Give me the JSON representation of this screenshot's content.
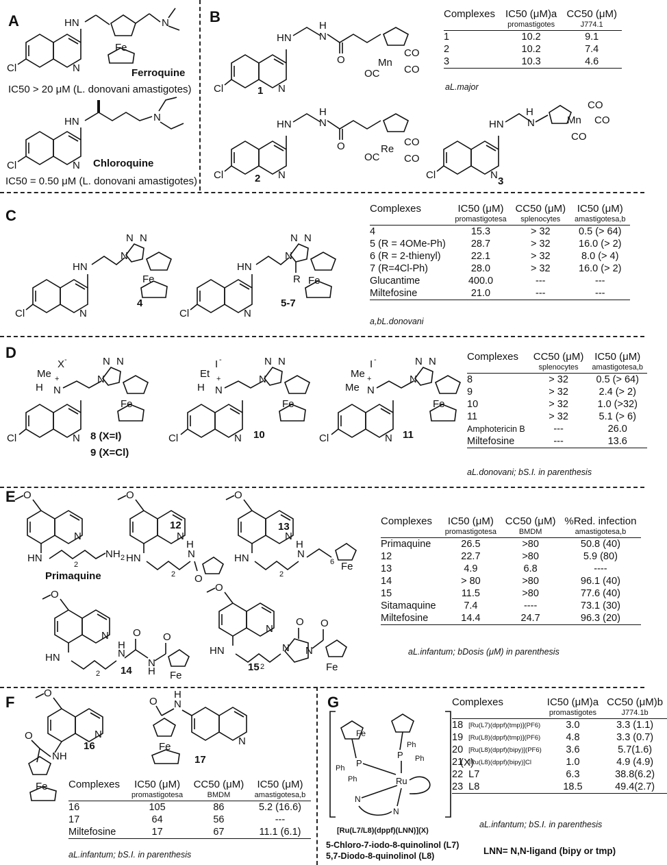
{
  "panels": {
    "A": {
      "label": "A",
      "ferroquine_name": "Ferroquine",
      "ferroquine_ic50": "IC50 > 20 μM (L. donovani amastigotes)",
      "chloroquine_name": "Chloroquine",
      "chloroquine_ic50": "IC50 = 0.50 μM (L. donovani amastigotes)"
    },
    "B": {
      "label": "B",
      "compound_labels": [
        "1",
        "2",
        "3"
      ],
      "table": {
        "headers": [
          "Complexes",
          "IC50 (μM)a",
          "CC50 (μM)"
        ],
        "sub": [
          "",
          "promastigotes",
          "J774.1"
        ],
        "rows": [
          [
            "1",
            "10.2",
            "9.1"
          ],
          [
            "2",
            "10.2",
            "7.4"
          ],
          [
            "3",
            "10.3",
            "4.6"
          ]
        ],
        "footnote": "aL.major"
      }
    },
    "C": {
      "label": "C",
      "compound_labels": [
        "4",
        "5-7"
      ],
      "table": {
        "headers": [
          "Complexes",
          "IC50 (μM)",
          "CC50 (μM)",
          "IC50 (μM)"
        ],
        "sub": [
          "",
          "promastigotesa",
          "splenocytes",
          "amastigotesa,b"
        ],
        "rows": [
          [
            "4",
            "15.3",
            "> 32",
            "0.5 (> 64)"
          ],
          [
            "5 (R = 4OMe-Ph)",
            "28.7",
            "> 32",
            "16.0 (> 2)"
          ],
          [
            "6 (R = 2-thienyl)",
            "22.1",
            "> 32",
            "8.0 (> 4)"
          ],
          [
            "7 (R=4Cl-Ph)",
            "28.0",
            "> 32",
            "16.0 (> 2)"
          ],
          [
            "Glucantime",
            "400.0",
            "---",
            "---"
          ],
          [
            "Miltefosine",
            "21.0",
            "---",
            "---"
          ]
        ],
        "footnote": "a,bL.donovani"
      }
    },
    "D": {
      "label": "D",
      "compound_labels": [
        "8 (X=I)",
        "9 (X=Cl)",
        "10",
        "11"
      ],
      "table": {
        "headers": [
          "Complexes",
          "CC50 (μM)",
          "IC50 (μM)"
        ],
        "sub": [
          "",
          "splenocytes",
          "amastigotesa,b"
        ],
        "rows": [
          [
            "8",
            "> 32",
            "0.5 (> 64)"
          ],
          [
            "9",
            "> 32",
            "2.4 (> 2)"
          ],
          [
            "10",
            "> 32",
            "1.0 (>32)"
          ],
          [
            "11",
            "> 32",
            "5.1 (> 6)"
          ],
          [
            "Amphotericin B",
            "---",
            "26.0"
          ],
          [
            "Miltefosine",
            "---",
            "13.6"
          ]
        ],
        "footnote": "aL.donovani; bS.I. in parenthesis"
      }
    },
    "E": {
      "label": "E",
      "compound_labels": [
        "Primaquine",
        "12",
        "13",
        "14",
        "15"
      ],
      "table": {
        "headers": [
          "Complexes",
          "IC50 (μM)",
          "CC50 (μM)",
          "%Red. infection"
        ],
        "sub": [
          "",
          "promastigotesa",
          "BMDM",
          "amastigotesa,b"
        ],
        "rows": [
          [
            "Primaquine",
            "26.5",
            ">80",
            "50.8 (40)"
          ],
          [
            "12",
            "22.7",
            ">80",
            "5.9 (80)"
          ],
          [
            "13",
            "4.9",
            "6.8",
            "----"
          ],
          [
            "14",
            "> 80",
            ">80",
            "96.1 (40)"
          ],
          [
            "15",
            "11.5",
            ">80",
            "77.6 (40)"
          ],
          [
            "Sitamaquine",
            "7.4",
            "----",
            "73.1 (30)"
          ],
          [
            "Miltefosine",
            "14.4",
            "24.7",
            "96.3 (20)"
          ]
        ],
        "footnote": "aL.infantum; bDosis (μM) in parenthesis"
      }
    },
    "F": {
      "label": "F",
      "compound_labels": [
        "16",
        "17"
      ],
      "table": {
        "headers": [
          "Complexes",
          "IC50 (μM)",
          "CC50 (μM)",
          "IC50 (μM)"
        ],
        "sub": [
          "",
          "promastigotesa",
          "BMDM",
          "amastigotesa,b"
        ],
        "rows": [
          [
            "16",
            "105",
            "86",
            "5.2 (16.6)"
          ],
          [
            "17",
            "64",
            "56",
            "---"
          ],
          [
            "Miltefosine",
            "17",
            "67",
            "11.1 (6.1)"
          ]
        ],
        "footnote": "aL.infantum; bS.I. in parenthesis"
      }
    },
    "G": {
      "label": "G",
      "general_formula": "[Ru(L7/L8)(dppf)(LNN)](X)",
      "counter_ion": "(X)",
      "ligand_L7": "5-Chloro-7-iodo-8-quinolinol (L7)",
      "ligand_L8": "5,7-Diodo-8-quinolinol (L8)",
      "lnn_def": "LNN= N,N-ligand (bipy or tmp)",
      "table": {
        "headers": [
          "Complexes",
          "IC50 (μM)a",
          "CC50 (μM)b"
        ],
        "sub": [
          "",
          "promastigotes",
          "J774.1b"
        ],
        "rows": [
          [
            "18",
            "[Ru(L7)(dppf)(tmp)](PF6)",
            "3.0",
            "3.3 (1.1)"
          ],
          [
            "19",
            "[Ru(L8)(dppf)(tmp)](PF6)",
            "4.8",
            "3.3 (0.7)"
          ],
          [
            "20",
            "[Ru(L8)(dppf)(bipy)](PF6)",
            "3.6",
            "5.7(1.6)"
          ],
          [
            "21",
            "[Ru(L8)(dppf)(bipy)]Cl",
            "1.0",
            "4.9 (4.9)"
          ],
          [
            "22",
            "L7",
            "6.3",
            "38.8(6.2)"
          ],
          [
            "23",
            "L8",
            "18.5",
            "49.4(2.7)"
          ]
        ],
        "footnote": "aL.infantum; bS.I. in parenthesis"
      }
    }
  }
}
